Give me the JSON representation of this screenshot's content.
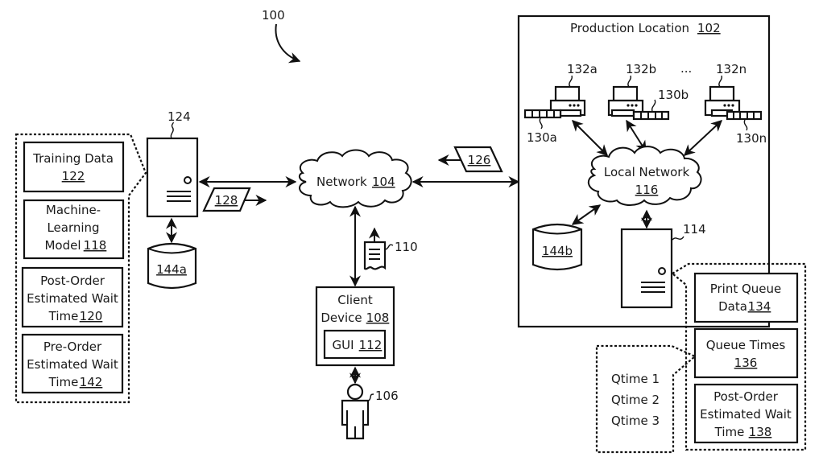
{
  "figure": {
    "ref": "100"
  },
  "production_location": {
    "label": "Production Location",
    "ref": "102"
  },
  "network": {
    "label": "Network",
    "ref": "104"
  },
  "local_network": {
    "label": "Local Network",
    "ref": "116"
  },
  "server_124": {
    "ref": "124"
  },
  "server_114": {
    "ref": "114"
  },
  "database_a": {
    "ref": "144a"
  },
  "database_b": {
    "ref": "144b"
  },
  "message_128": {
    "ref": "128"
  },
  "message_126": {
    "ref": "126"
  },
  "document_110": {
    "ref": "110"
  },
  "client_device": {
    "line1": "Client",
    "line2": "Device",
    "ref": "108"
  },
  "gui": {
    "label": "GUI",
    "ref": "112"
  },
  "user": {
    "ref": "106"
  },
  "printers": [
    {
      "ref": "132a",
      "queue_ref": "130a"
    },
    {
      "ref": "132b",
      "queue_ref": "130b"
    },
    {
      "ref": "132n",
      "queue_ref": "130n"
    }
  ],
  "printer_ellipsis": "...",
  "left_panel": [
    {
      "lines": [
        "Training Data"
      ],
      "ref": "122"
    },
    {
      "lines": [
        "Machine-",
        "Learning",
        "Model"
      ],
      "ref": "118"
    },
    {
      "lines": [
        "Post-Order",
        "Estimated Wait",
        "Time"
      ],
      "ref": "120"
    },
    {
      "lines": [
        "Pre-Order",
        "Estimated Wait",
        "Time"
      ],
      "ref": "142"
    }
  ],
  "right_panel": [
    {
      "lines": [
        "Print Queue",
        "Data"
      ],
      "ref": "134"
    },
    {
      "lines": [
        "Queue Times"
      ],
      "ref": "136"
    },
    {
      "lines": [
        "Post-Order",
        "Estimated Wait",
        "Time"
      ],
      "ref": "138"
    }
  ],
  "queue_times_list": [
    "Qtime 1",
    "Qtime 2",
    "Qtime 3"
  ]
}
